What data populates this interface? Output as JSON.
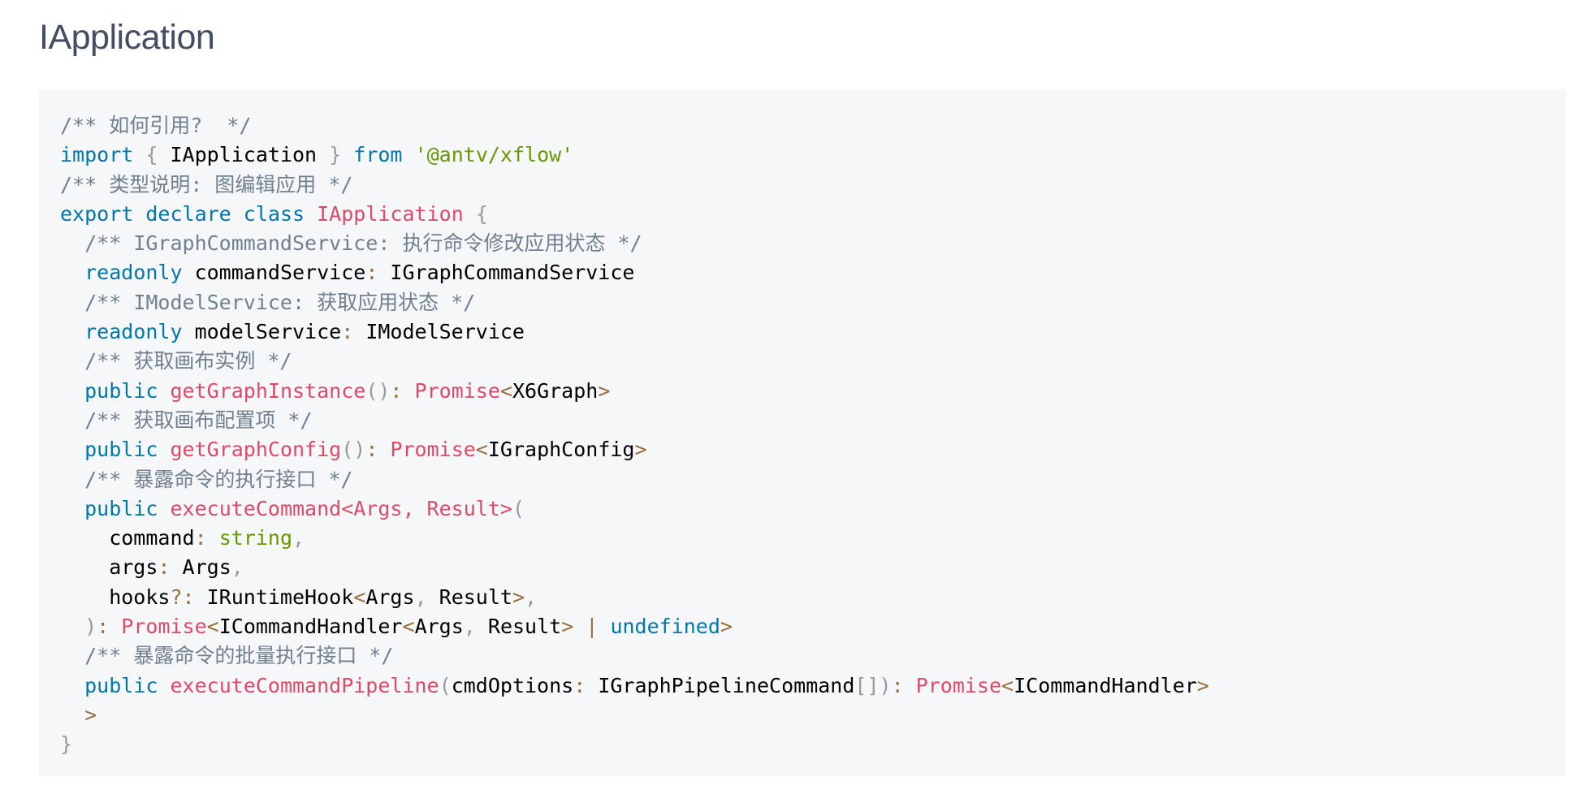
{
  "page": {
    "title": "IApplication"
  },
  "colors": {
    "comment": "#708090",
    "keyword": "#0077aa",
    "string": "#669900",
    "function": "#dd4a68",
    "punctuation": "#999999",
    "operator": "#9a6e3a",
    "plain": "#000000",
    "code_background": "#f6f7f9",
    "title": "#454d64"
  },
  "code": {
    "language": "typescript",
    "lines": [
      [
        {
          "t": "comment",
          "v": "/** 如何引用?  */"
        }
      ],
      [
        {
          "t": "keyword",
          "v": "import"
        },
        {
          "t": "plain",
          "v": " "
        },
        {
          "t": "punct",
          "v": "{"
        },
        {
          "t": "plain",
          "v": " IApplication "
        },
        {
          "t": "punct",
          "v": "}"
        },
        {
          "t": "plain",
          "v": " "
        },
        {
          "t": "keyword",
          "v": "from"
        },
        {
          "t": "plain",
          "v": " "
        },
        {
          "t": "string",
          "v": "'@antv/xflow'"
        }
      ],
      [
        {
          "t": "comment",
          "v": "/** 类型说明: 图编辑应用 */"
        }
      ],
      [
        {
          "t": "keyword",
          "v": "export"
        },
        {
          "t": "plain",
          "v": " "
        },
        {
          "t": "keyword",
          "v": "declare"
        },
        {
          "t": "plain",
          "v": " "
        },
        {
          "t": "keyword",
          "v": "class"
        },
        {
          "t": "plain",
          "v": " "
        },
        {
          "t": "function",
          "v": "IApplication"
        },
        {
          "t": "plain",
          "v": " "
        },
        {
          "t": "punct",
          "v": "{"
        }
      ],
      [
        {
          "t": "plain",
          "v": "  "
        },
        {
          "t": "comment",
          "v": "/** IGraphCommandService: 执行命令修改应用状态 */"
        }
      ],
      [
        {
          "t": "plain",
          "v": "  "
        },
        {
          "t": "keyword",
          "v": "readonly"
        },
        {
          "t": "plain",
          "v": " commandService"
        },
        {
          "t": "operator",
          "v": ":"
        },
        {
          "t": "plain",
          "v": " IGraphCommandService"
        }
      ],
      [
        {
          "t": "plain",
          "v": "  "
        },
        {
          "t": "comment",
          "v": "/** IModelService: 获取应用状态 */"
        }
      ],
      [
        {
          "t": "plain",
          "v": "  "
        },
        {
          "t": "keyword",
          "v": "readonly"
        },
        {
          "t": "plain",
          "v": " modelService"
        },
        {
          "t": "operator",
          "v": ":"
        },
        {
          "t": "plain",
          "v": " IModelService"
        }
      ],
      [
        {
          "t": "plain",
          "v": "  "
        },
        {
          "t": "comment",
          "v": "/** 获取画布实例 */"
        }
      ],
      [
        {
          "t": "plain",
          "v": "  "
        },
        {
          "t": "keyword",
          "v": "public"
        },
        {
          "t": "plain",
          "v": " "
        },
        {
          "t": "function",
          "v": "getGraphInstance"
        },
        {
          "t": "punct",
          "v": "()"
        },
        {
          "t": "operator",
          "v": ":"
        },
        {
          "t": "plain",
          "v": " "
        },
        {
          "t": "function",
          "v": "Promise"
        },
        {
          "t": "operator",
          "v": "<"
        },
        {
          "t": "plain",
          "v": "X6Graph"
        },
        {
          "t": "operator",
          "v": ">"
        }
      ],
      [
        {
          "t": "plain",
          "v": "  "
        },
        {
          "t": "comment",
          "v": "/** 获取画布配置项 */"
        }
      ],
      [
        {
          "t": "plain",
          "v": "  "
        },
        {
          "t": "keyword",
          "v": "public"
        },
        {
          "t": "plain",
          "v": " "
        },
        {
          "t": "function",
          "v": "getGraphConfig"
        },
        {
          "t": "punct",
          "v": "()"
        },
        {
          "t": "operator",
          "v": ":"
        },
        {
          "t": "plain",
          "v": " "
        },
        {
          "t": "function",
          "v": "Promise"
        },
        {
          "t": "operator",
          "v": "<"
        },
        {
          "t": "plain",
          "v": "IGraphConfig"
        },
        {
          "t": "operator",
          "v": ">"
        }
      ],
      [
        {
          "t": "plain",
          "v": "  "
        },
        {
          "t": "comment",
          "v": "/** 暴露命令的执行接口 */"
        }
      ],
      [
        {
          "t": "plain",
          "v": "  "
        },
        {
          "t": "keyword",
          "v": "public"
        },
        {
          "t": "plain",
          "v": " "
        },
        {
          "t": "function",
          "v": "executeCommand<Args, Result>"
        },
        {
          "t": "punct",
          "v": "("
        }
      ],
      [
        {
          "t": "plain",
          "v": "    command"
        },
        {
          "t": "operator",
          "v": ":"
        },
        {
          "t": "plain",
          "v": " "
        },
        {
          "t": "string",
          "v": "string"
        },
        {
          "t": "punct",
          "v": ","
        }
      ],
      [
        {
          "t": "plain",
          "v": "    args"
        },
        {
          "t": "operator",
          "v": ":"
        },
        {
          "t": "plain",
          "v": " Args"
        },
        {
          "t": "punct",
          "v": ","
        }
      ],
      [
        {
          "t": "plain",
          "v": "    hooks"
        },
        {
          "t": "operator",
          "v": "?:"
        },
        {
          "t": "plain",
          "v": " IRuntimeHook"
        },
        {
          "t": "operator",
          "v": "<"
        },
        {
          "t": "plain",
          "v": "Args"
        },
        {
          "t": "punct",
          "v": ","
        },
        {
          "t": "plain",
          "v": " Result"
        },
        {
          "t": "operator",
          "v": ">"
        },
        {
          "t": "punct",
          "v": ","
        }
      ],
      [
        {
          "t": "plain",
          "v": "  "
        },
        {
          "t": "punct",
          "v": ")"
        },
        {
          "t": "operator",
          "v": ":"
        },
        {
          "t": "plain",
          "v": " "
        },
        {
          "t": "function",
          "v": "Promise"
        },
        {
          "t": "operator",
          "v": "<"
        },
        {
          "t": "plain",
          "v": "ICommandHandler"
        },
        {
          "t": "operator",
          "v": "<"
        },
        {
          "t": "plain",
          "v": "Args"
        },
        {
          "t": "punct",
          "v": ","
        },
        {
          "t": "plain",
          "v": " Result"
        },
        {
          "t": "operator",
          "v": ">"
        },
        {
          "t": "plain",
          "v": " "
        },
        {
          "t": "operator",
          "v": "|"
        },
        {
          "t": "plain",
          "v": " "
        },
        {
          "t": "keyword",
          "v": "undefined"
        },
        {
          "t": "operator",
          "v": ">"
        }
      ],
      [
        {
          "t": "plain",
          "v": "  "
        },
        {
          "t": "comment",
          "v": "/** 暴露命令的批量执行接口 */"
        }
      ],
      [
        {
          "t": "plain",
          "v": "  "
        },
        {
          "t": "keyword",
          "v": "public"
        },
        {
          "t": "plain",
          "v": " "
        },
        {
          "t": "function",
          "v": "executeCommandPipeline"
        },
        {
          "t": "punct",
          "v": "("
        },
        {
          "t": "plain",
          "v": "cmdOptions"
        },
        {
          "t": "operator",
          "v": ":"
        },
        {
          "t": "plain",
          "v": " IGraphPipelineCommand"
        },
        {
          "t": "punct",
          "v": "[])"
        },
        {
          "t": "operator",
          "v": ":"
        },
        {
          "t": "plain",
          "v": " "
        },
        {
          "t": "function",
          "v": "Promise"
        },
        {
          "t": "operator",
          "v": "<"
        },
        {
          "t": "plain",
          "v": "ICommandHandler"
        },
        {
          "t": "operator",
          "v": ">"
        }
      ],
      [
        {
          "t": "plain",
          "v": "  "
        },
        {
          "t": "operator",
          "v": ">"
        }
      ],
      [
        {
          "t": "punct",
          "v": "}"
        }
      ]
    ]
  }
}
